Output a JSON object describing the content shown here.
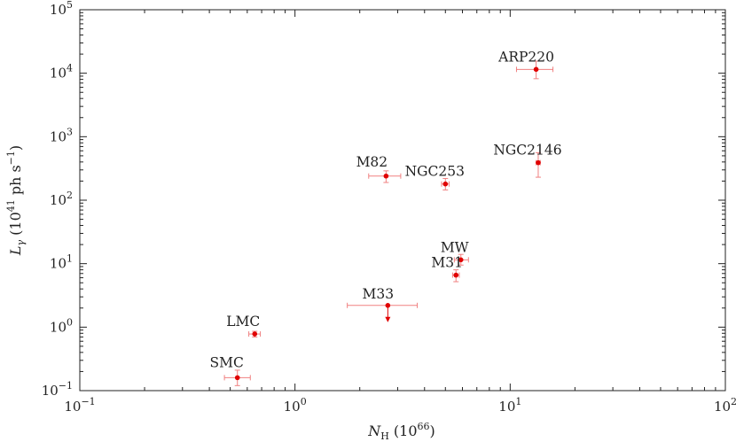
{
  "chart_data": {
    "type": "scatter",
    "xlabel": "N_H (10^66)",
    "ylabel": "L_γ (10^41 ph s^-1)",
    "x_scale": "log",
    "y_scale": "log",
    "xlim": [
      0.1,
      100
    ],
    "ylim": [
      0.1,
      100000
    ],
    "grid": false,
    "marker_color": "#e00000",
    "errorbar_color": "#f08080",
    "x_tick_labels": [
      {
        "base": "10",
        "exp": "−1",
        "value": 0.1
      },
      {
        "base": "10",
        "exp": "0",
        "value": 1
      },
      {
        "base": "10",
        "exp": "1",
        "value": 10
      },
      {
        "base": "10",
        "exp": "2",
        "value": 100
      }
    ],
    "y_tick_labels": [
      {
        "base": "10",
        "exp": "−1",
        "value": 0.1
      },
      {
        "base": "10",
        "exp": "0",
        "value": 1
      },
      {
        "base": "10",
        "exp": "1",
        "value": 10
      },
      {
        "base": "10",
        "exp": "2",
        "value": 100
      },
      {
        "base": "10",
        "exp": "3",
        "value": 1000
      },
      {
        "base": "10",
        "exp": "4",
        "value": 10000
      },
      {
        "base": "10",
        "exp": "5",
        "value": 100000
      }
    ],
    "points": [
      {
        "label": "SMC",
        "x": 0.54,
        "y": 0.16,
        "xlo": 0.47,
        "xhi": 0.62,
        "ylo": 0.12,
        "yhi": 0.21,
        "upper_limit": false
      },
      {
        "label": "LMC",
        "x": 0.65,
        "y": 0.78,
        "xlo": 0.61,
        "xhi": 0.69,
        "ylo": 0.7,
        "yhi": 0.86,
        "upper_limit": false
      },
      {
        "label": "M33",
        "x": 2.7,
        "y": 2.2,
        "xlo": 1.75,
        "xhi": 3.7,
        "ylo": null,
        "yhi": null,
        "upper_limit": true
      },
      {
        "label": "M82",
        "x": 2.65,
        "y": 240,
        "xlo": 2.2,
        "xhi": 3.1,
        "ylo": 190,
        "yhi": 290,
        "upper_limit": false
      },
      {
        "label": "NGC253",
        "x": 5.0,
        "y": 180,
        "xlo": 4.8,
        "xhi": 5.2,
        "ylo": 145,
        "yhi": 220,
        "upper_limit": false
      },
      {
        "label": "MW",
        "x": 5.9,
        "y": 11.5,
        "xlo": 5.5,
        "xhi": 6.4,
        "ylo": 9.5,
        "yhi": 14,
        "upper_limit": false
      },
      {
        "label": "M31",
        "x": 5.6,
        "y": 6.6,
        "xlo": 5.4,
        "xhi": 5.8,
        "ylo": 5.2,
        "yhi": 8.0,
        "upper_limit": false
      },
      {
        "label": "NGC2146",
        "x": 13.5,
        "y": 390,
        "xlo": 13.2,
        "xhi": 13.8,
        "ylo": 230,
        "yhi": 560,
        "upper_limit": false
      },
      {
        "label": "ARP220",
        "x": 13.2,
        "y": 11500,
        "xlo": 10.7,
        "xhi": 15.8,
        "ylo": 8200,
        "yhi": 15500,
        "upper_limit": false
      }
    ]
  }
}
